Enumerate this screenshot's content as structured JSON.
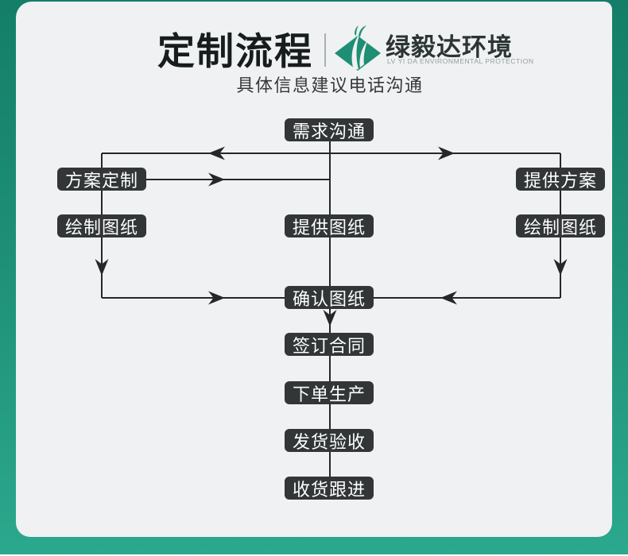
{
  "header": {
    "title": "定制流程",
    "brand_name": "绿毅达环境",
    "brand_tagline": "LV YI DA ENVIRONMENTAL PROTECTION",
    "subtitle": "具体信息建议电话沟通"
  },
  "colors": {
    "border_teal_top": "#147e68",
    "border_teal_bottom": "#2ba88d",
    "card_background": "#eff1f2",
    "node_background": "#323637",
    "node_text": "#ffffff",
    "line": "#262729",
    "logo_green": "#1e8e74",
    "tagline_gray": "#94a09b"
  },
  "flowchart": {
    "nodes": [
      {
        "id": "need",
        "label": "需求沟通"
      },
      {
        "id": "plan-custom",
        "label": "方案定制"
      },
      {
        "id": "plan-provide",
        "label": "提供方案"
      },
      {
        "id": "draw-left",
        "label": "绘制图纸"
      },
      {
        "id": "drawing-provide",
        "label": "提供图纸"
      },
      {
        "id": "draw-right",
        "label": "绘制图纸"
      },
      {
        "id": "confirm",
        "label": "确认图纸"
      },
      {
        "id": "contract",
        "label": "签订合同"
      },
      {
        "id": "order",
        "label": "下单生产"
      },
      {
        "id": "ship",
        "label": "发货验收"
      },
      {
        "id": "receive",
        "label": "收货跟进"
      }
    ],
    "edges": [
      {
        "from": "需求沟通",
        "to": "方案定制"
      },
      {
        "from": "需求沟通",
        "to": "提供方案"
      },
      {
        "from": "方案定制",
        "to": "提供图纸"
      },
      {
        "from": "绘制图纸(左)",
        "to": "确认图纸"
      },
      {
        "from": "提供图纸",
        "to": "确认图纸"
      },
      {
        "from": "绘制图纸(右)",
        "to": "确认图纸"
      },
      {
        "from": "确认图纸",
        "to": "签订合同"
      },
      {
        "from": "签订合同",
        "to": "下单生产"
      },
      {
        "from": "下单生产",
        "to": "发货验收"
      },
      {
        "from": "发货验收",
        "to": "收货跟进"
      }
    ]
  }
}
